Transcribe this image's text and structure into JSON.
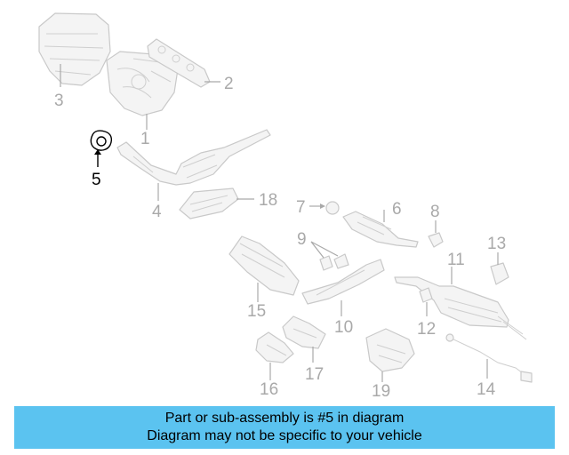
{
  "callouts": {
    "c1": "1",
    "c2": "2",
    "c3": "3",
    "c4": "4",
    "c5": "5",
    "c6": "6",
    "c7": "7",
    "c8": "8",
    "c9": "9",
    "c10": "10",
    "c11": "11",
    "c12": "12",
    "c13": "13",
    "c14": "14",
    "c15": "15",
    "c16": "16",
    "c17": "17",
    "c18": "18",
    "c19": "19"
  },
  "highlighted_part": "5",
  "colors": {
    "banner": "#5bc3f0",
    "highlight": "#000000",
    "muted": "#a9a9a9"
  },
  "banner": {
    "line1": "Part or sub-assembly is #5 in diagram",
    "line2": "Diagram may not be specific to your vehicle"
  }
}
